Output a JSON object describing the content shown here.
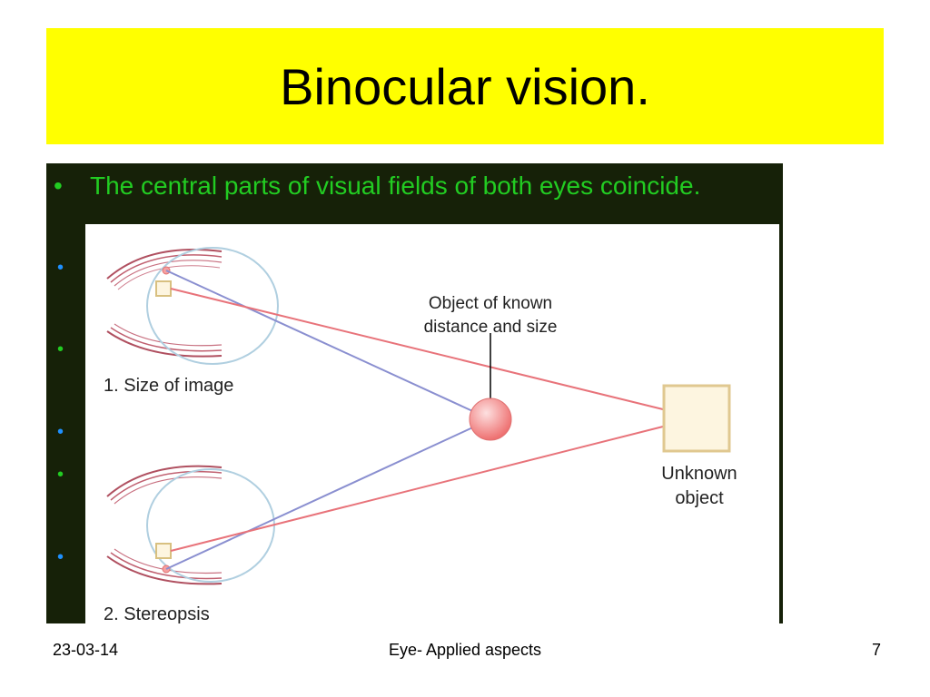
{
  "slide": {
    "title": "Binocular vision.",
    "bullet_first": "The central parts of visual fields of both eyes coincide.",
    "bullet_char": "•",
    "colors": {
      "title_bg": "#ffff00",
      "content_bg": "#162108",
      "bullet_green": "#22cc22",
      "bullet_blue": "#1e90ff"
    }
  },
  "diagram": {
    "label_object_known_line1": "Object of known",
    "label_object_known_line2": "distance and size",
    "label_size_of_image": "1. Size of image",
    "label_stereopsis": "2. Stereopsis",
    "label_unknown_line1": "Unknown",
    "label_unknown_line2": "object",
    "colors": {
      "blue_ray": "#8a8fd0",
      "red_ray": "#e8737a",
      "eye_outline": "#b0cfe0",
      "eyelid": "#b05060",
      "ball": "#f08080",
      "box_fill": "#fdf5e0",
      "box_stroke": "#e0c890"
    }
  },
  "footer": {
    "date": "23-03-14",
    "center": "Eye- Applied aspects",
    "page": "7"
  }
}
